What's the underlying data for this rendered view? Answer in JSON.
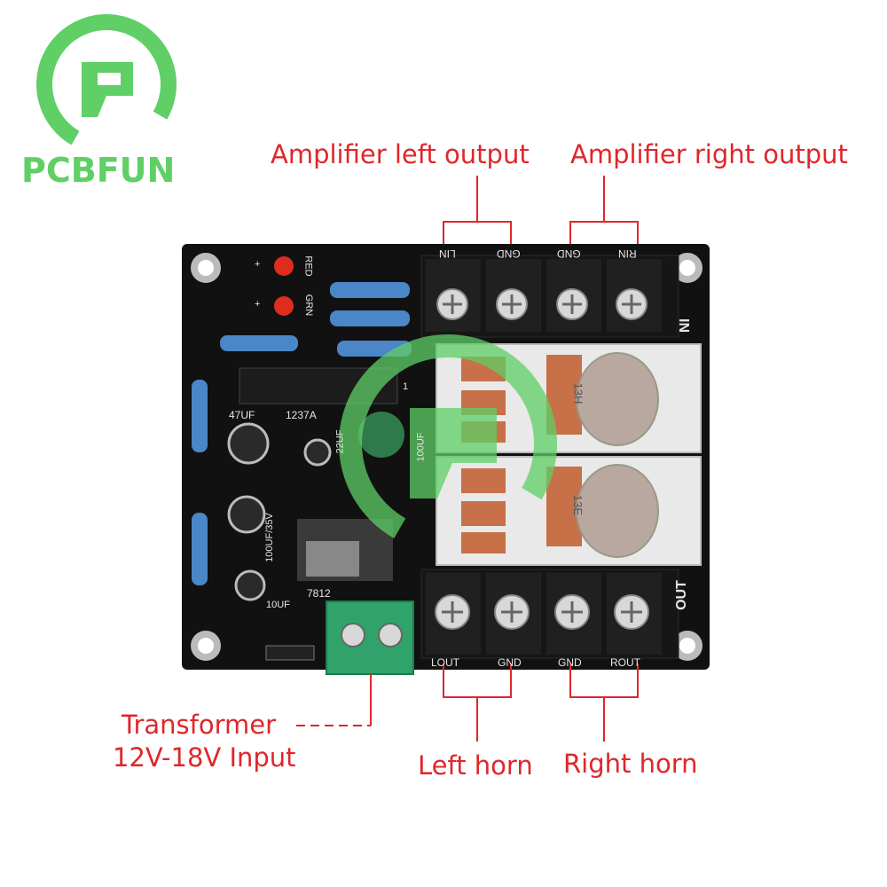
{
  "brand": {
    "name": "PCBFUN",
    "logo_icon": "p-logo-icon",
    "color": "#5fcf66"
  },
  "callouts": {
    "amp_left": "Amplifier left output",
    "amp_right": "Amplifier right output",
    "transformer_line1": "Transformer",
    "transformer_line2": "12V-18V Input",
    "left_horn": "Left horn",
    "right_horn": "Right horn",
    "color": "#e0262b"
  },
  "board": {
    "color": "#111111",
    "silk_color": "#e6e6e6",
    "input_side_label": "IN",
    "output_side_label": "OUT",
    "input_terminals": [
      "LIN",
      "GND",
      "GND",
      "RIN"
    ],
    "output_terminals": [
      "LOUT",
      "GND",
      "GND",
      "ROUT"
    ],
    "led_labels": [
      "RED",
      "GRN"
    ],
    "relay_labels": [
      "13H",
      "13E"
    ],
    "component_labels": {
      "cap_47uf": "47UF",
      "chip": "1237A",
      "cap_22uf": "22UF",
      "cap_100uf_a": "100UF",
      "cap_100uf_35v": "100UF/35V",
      "regulator": "7812",
      "cap_small": "10UF",
      "chip_pin": "1",
      "plus": "+"
    }
  }
}
